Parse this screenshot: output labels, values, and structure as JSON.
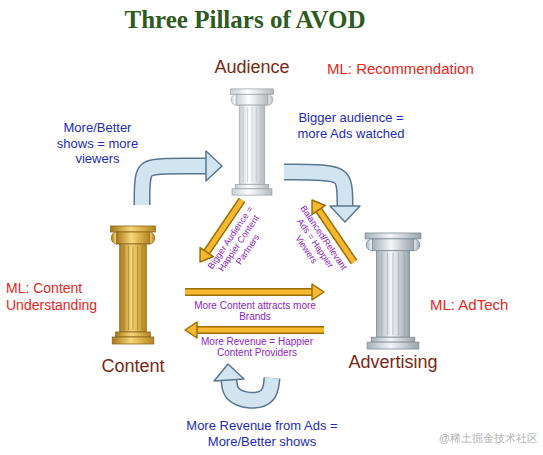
{
  "diagram": {
    "title": "Three Pillars of AVOD",
    "nodes": [
      {
        "text": [
          "Audience",
          "ML: Recommendation"
        ]
      },
      {
        "text": [
          "ML: Content Understanding",
          "Content"
        ]
      },
      {
        "text": [
          "ML: AdTech",
          "Advertising"
        ]
      }
    ],
    "edges": [
      {
        "from": 1,
        "to": 0,
        "arrow": "to",
        "label": "More/Better shows = more viewers"
      },
      {
        "from": 0,
        "to": 2,
        "arrow": "to",
        "label": "Bigger audience = more Ads watched"
      },
      {
        "from": 2,
        "to": 1,
        "arrow": "to",
        "label": "More Revenue from Ads = More/Better shows"
      },
      {
        "from": 0,
        "to": 1,
        "arrow": "to",
        "label": "Bigger Audience = Happier Content Partners"
      },
      {
        "from": 2,
        "to": 0,
        "arrow": "to",
        "label": "Balanced/Relevant Ads = Happier Viewers"
      },
      {
        "from": 1,
        "to": 2,
        "arrow": "to",
        "label": "More Content attracts more Brands"
      },
      {
        "from": 2,
        "to": 1,
        "arrow": "to",
        "label": "More Revenue = Happier Content Providers"
      }
    ],
    "labels": [
      "@稀土掘金技术社区"
    ]
  }
}
